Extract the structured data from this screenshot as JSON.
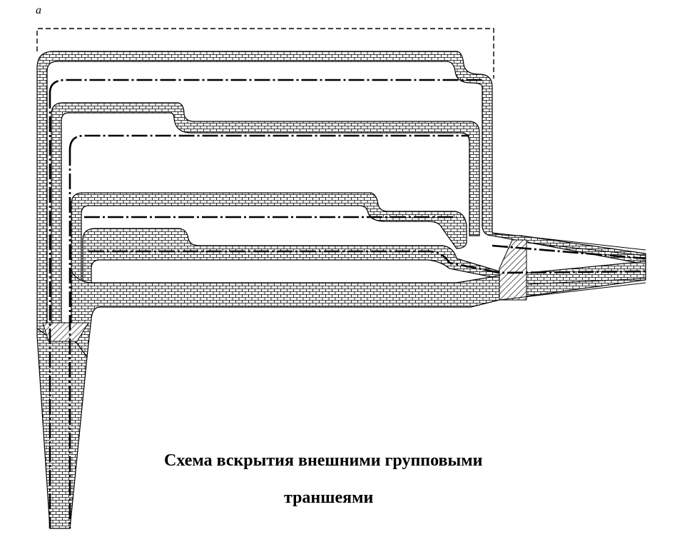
{
  "figure": {
    "label": "a",
    "caption": {
      "line1": "Схема вскрытия внешними групповыми",
      "line2": "траншеями"
    }
  },
  "colors": {
    "ink": "#000000",
    "background": "#ffffff"
  }
}
